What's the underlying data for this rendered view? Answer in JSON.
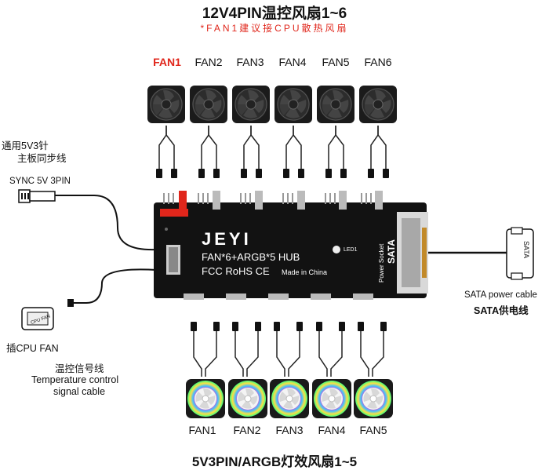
{
  "title": "12V4PIN温控风扇1~6",
  "subtitle": "*FAN1建议接CPU散热风扇",
  "top_fans": [
    "FAN1",
    "FAN2",
    "FAN3",
    "FAN4",
    "FAN5",
    "FAN6"
  ],
  "bottom_fans": [
    "FAN1",
    "FAN2",
    "FAN3",
    "FAN4",
    "FAN5"
  ],
  "left_labels": {
    "sync_cn_1": "通用5V3针",
    "sync_cn_2": "主板同步线",
    "sync_en": "SYNC 5V 3PIN",
    "cpu_fan": "插CPU FAN",
    "temp_cn": "温控信号线",
    "temp_en_1": "Temperature control",
    "temp_en_2": "signal cable"
  },
  "right_labels": {
    "sata_en": "SATA power cable",
    "sata_cn": "SATA供电线"
  },
  "board": {
    "brand": "JEYI",
    "model": "FAN*6+ARGB*5  HUB",
    "cert": "FCC  RoHS  CE",
    "made_in": "Made in China",
    "led": "LED1",
    "power_socket": "Power Socket",
    "sata": "SATA"
  },
  "bottom_title": "5V3PIN/ARGB灯效风扇1~5",
  "colors": {
    "accent_red": "#e0261b",
    "board": "#111111"
  }
}
